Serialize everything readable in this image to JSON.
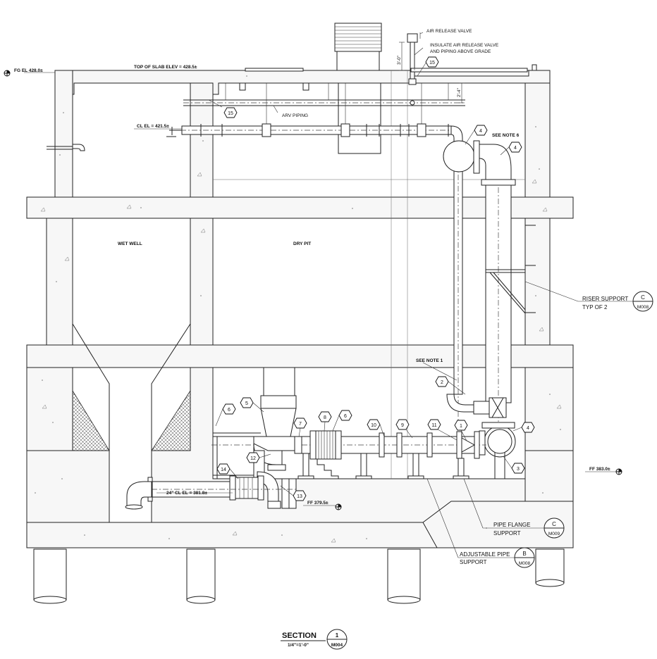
{
  "elevations": {
    "fg": "FG EL 428.0±",
    "top_of_slab": "TOP OF SLAB ELEV = 428.5±",
    "cl_upper": "CL EL = 421.5±",
    "cl_lower": "24\" CL EL = 381.8±",
    "ff_right": "FF 383.0±",
    "ff_lower": "FF 379.5±"
  },
  "rooms": {
    "wet_well": "WET WELL",
    "dry_pit": "DRY PIT"
  },
  "notes": {
    "air_release_valve": "AIR RELEASE VALVE",
    "insulate_line1": "INSULATE AIR RELEASE VALVE",
    "insulate_line2": "AND PIPING ABOVE GRADE",
    "arv_piping": "ARV PIPING",
    "see_note_6": "SEE NOTE 6",
    "see_note_1": "SEE NOTE 1",
    "dim_3ft": "3'-0\"",
    "dim_2ft4": "2'-4\""
  },
  "tags": {
    "t15a": "15",
    "t15b": "15",
    "t4a": "4",
    "t4b": "4",
    "t4c": "4",
    "t2": "2",
    "t1": "1",
    "t3": "3",
    "t5": "5",
    "t6a": "6",
    "t6b": "6",
    "t7": "7",
    "t8": "8",
    "t9": "9",
    "t10": "10",
    "t11": "11",
    "t12": "12",
    "t13": "13",
    "t14": "14"
  },
  "callouts": {
    "riser_support": {
      "line1": "RISER SUPPORT",
      "line2": "TYP OF 2",
      "detail": "C",
      "sheet": "M008"
    },
    "pipe_flange": {
      "line1": "PIPE FLANGE",
      "line2": "SUPPORT",
      "detail": "C",
      "sheet": "M009"
    },
    "adjustable_pipe": {
      "line1": "ADJUSTABLE PIPE",
      "line2": "SUPPORT",
      "detail": "B",
      "sheet": "M008"
    }
  },
  "section_title": {
    "label": "SECTION",
    "scale": "1/4\"=1'-0\"",
    "number": "1",
    "sheet": "M004"
  }
}
